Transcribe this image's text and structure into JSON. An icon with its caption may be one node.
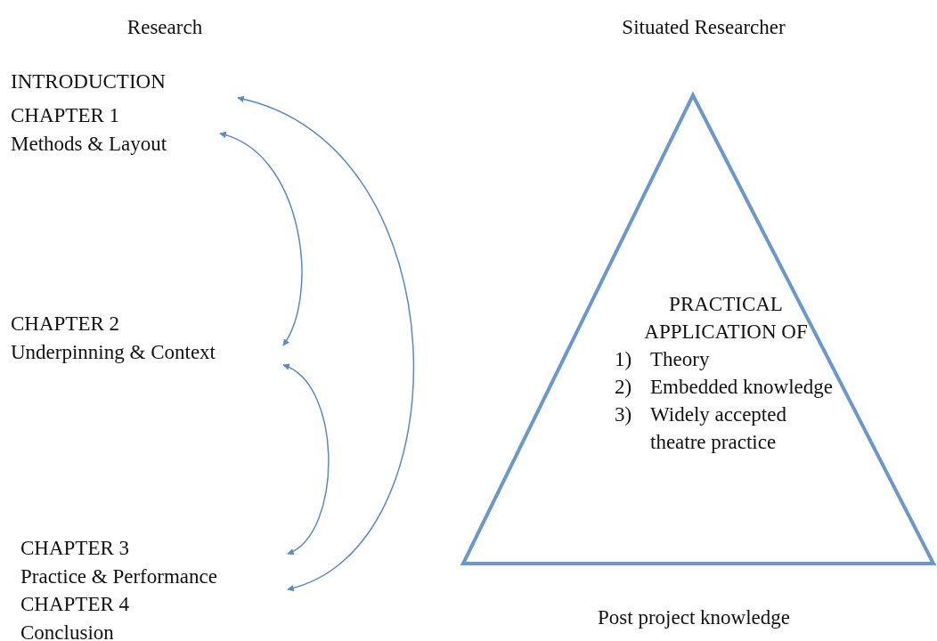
{
  "diagram": {
    "nodes": [
      {
        "text": [
          "INTRODUCTION"
        ]
      },
      {
        "text": [
          "CHAPTER 1",
          "Methods & Layout"
        ]
      },
      {
        "text": [
          "CHAPTER 2",
          "Underpinning & Context"
        ]
      },
      {
        "text": [
          "CHAPTER 3",
          "Practice & Performance"
        ]
      },
      {
        "text": [
          "CHAPTER 4",
          "Conclusion"
        ]
      },
      {
        "text": [
          "PRACTICAL APPLICATION OF",
          "1) Theory",
          "2) Embedded knowledge",
          "3) Widely accepted theatre practice"
        ]
      }
    ],
    "edges": [
      {
        "from": 1,
        "to": 2,
        "arrow": "both"
      },
      {
        "from": 2,
        "to": 3,
        "arrow": "both"
      },
      {
        "from": 0,
        "to": 3,
        "arrow": "both"
      }
    ],
    "labels": [
      "Research",
      "Situated Researcher",
      "Post project knowledge"
    ]
  }
}
